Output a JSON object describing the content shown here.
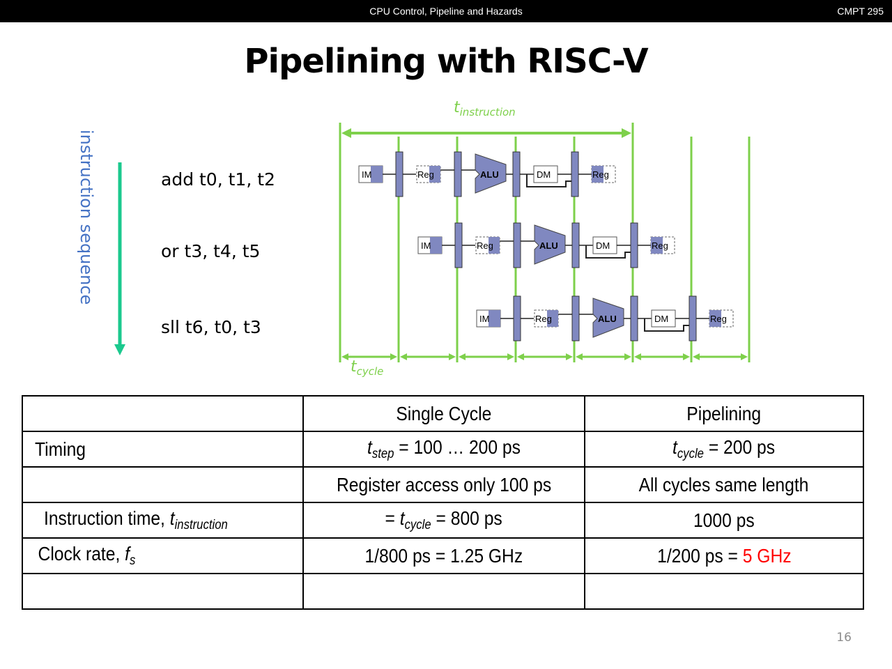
{
  "header": {
    "deck_title": "CPU Control, Pipeline and Hazards",
    "course": "CMPT 295"
  },
  "slide": {
    "title": "Pipelining with RISC-V",
    "page_number": "16"
  },
  "diagram": {
    "sequence_label": "instruction sequence",
    "instructions": [
      "add t0, t1, t2",
      "or t3, t4, t5",
      "sll t6, t0, t3"
    ],
    "t_instruction_label": {
      "base": "t",
      "sub": "instruction"
    },
    "t_cycle_label": {
      "base": "t",
      "sub": "cycle"
    },
    "stages": [
      "IM",
      "Reg",
      "ALU",
      "DM",
      "Reg"
    ],
    "colors": {
      "timing_green": "#7ed04b",
      "arrow_teal": "#1bc98e",
      "stage_fill": "#8088c0",
      "label_blue": "#4472c4"
    }
  },
  "table": {
    "headers": [
      "",
      "Single Cycle",
      "Pipelining"
    ],
    "rows": [
      {
        "label": "Timing",
        "single": {
          "base": "t",
          "sub": "step",
          "rest": " = 100 … 200 ps"
        },
        "pipe": {
          "base": "t",
          "sub": "cycle",
          "rest": " = 200 ps"
        }
      },
      {
        "label": "",
        "single_text": "Register access only 100 ps",
        "pipe_text": "All cycles same length"
      },
      {
        "label_main": "Instruction time, ",
        "label_base": "t",
        "label_sub": "instruction",
        "single": {
          "pre": "= ",
          "base": "t",
          "sub": "cycle",
          "rest": " = 800 ps"
        },
        "pipe_text": "1000 ps"
      },
      {
        "label_main": "Clock rate, ",
        "label_base": "f",
        "label_sub": "s",
        "single_text": "1/800 ps = 1.25 GHz",
        "pipe_pre": "1/200 ps = ",
        "pipe_highlight": "5 GHz"
      },
      {
        "label": "",
        "single_text": "",
        "pipe_text": ""
      }
    ],
    "highlight_color": "#ff0000"
  }
}
